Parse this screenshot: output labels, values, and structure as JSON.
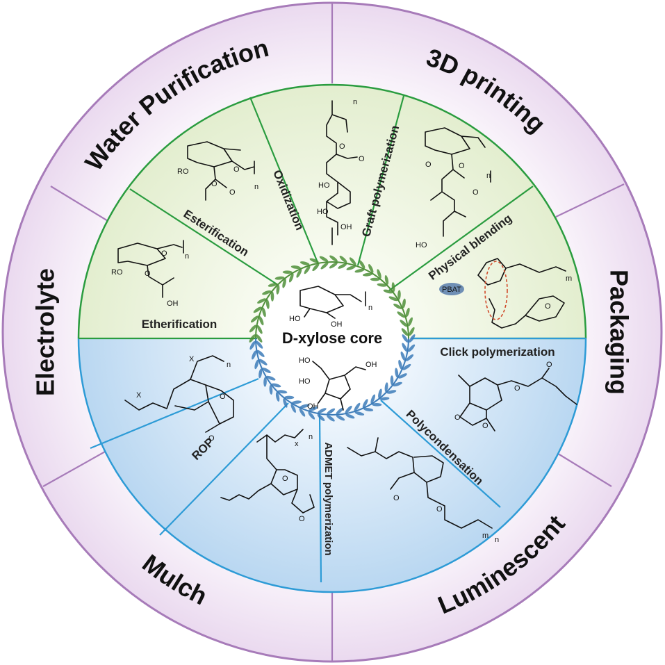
{
  "core": {
    "label": "D-xylose core",
    "top_molecule_labels": [
      "HO",
      "OH",
      "n"
    ],
    "bottom_molecule_labels": [
      "HO",
      "HO",
      "OH",
      "OH"
    ]
  },
  "applications": [
    {
      "name": "Water Purification"
    },
    {
      "name": "3D printing"
    },
    {
      "name": "Packaging"
    },
    {
      "name": "Mulch"
    },
    {
      "name": "Luminescent"
    },
    {
      "name": "Electrolyte"
    }
  ],
  "methods": [
    {
      "name": "Etherification",
      "group": "green"
    },
    {
      "name": "Esterification",
      "group": "green"
    },
    {
      "name": "Oxidization",
      "group": "green"
    },
    {
      "name": "Graft polymerization",
      "group": "green"
    },
    {
      "name": "Physical blending",
      "group": "green"
    },
    {
      "name": "Click polymerization",
      "group": "blue"
    },
    {
      "name": "Polycondensation",
      "group": "blue"
    },
    {
      "name": "ADMET polymerization",
      "group": "blue"
    },
    {
      "name": "ROP",
      "group": "blue"
    }
  ],
  "structure_labels": {
    "etherification": [
      "RO",
      "O",
      "O",
      "n",
      "OH"
    ],
    "esterification": [
      "RO",
      "O",
      "O",
      "O",
      "n"
    ],
    "oxidization": [
      "n",
      "O",
      "O",
      "HO",
      "HO",
      "OH"
    ],
    "graft": [
      "O",
      "O",
      "O",
      "n",
      "HO"
    ],
    "physical": [
      "PBAT",
      "m",
      "O"
    ],
    "click": [
      "O",
      "O",
      "O",
      "O"
    ],
    "polycondensation": [
      "O",
      "O",
      "m",
      "n"
    ],
    "admet": [
      "x",
      "n",
      "O",
      "O"
    ],
    "rop": [
      "X",
      "X",
      "n",
      "O",
      "O"
    ]
  },
  "colors": {
    "ring_stroke": "#a77bb9",
    "ring_fill": "#f3e9f5",
    "green_line": "#2a9c3f",
    "green_fill": "#e8f1d6",
    "blue_line": "#2d9bd6",
    "blue_fill": "#cfe4f6",
    "leaf_green": "#4f8f3a",
    "leaf_blue": "#3c7bb8"
  }
}
